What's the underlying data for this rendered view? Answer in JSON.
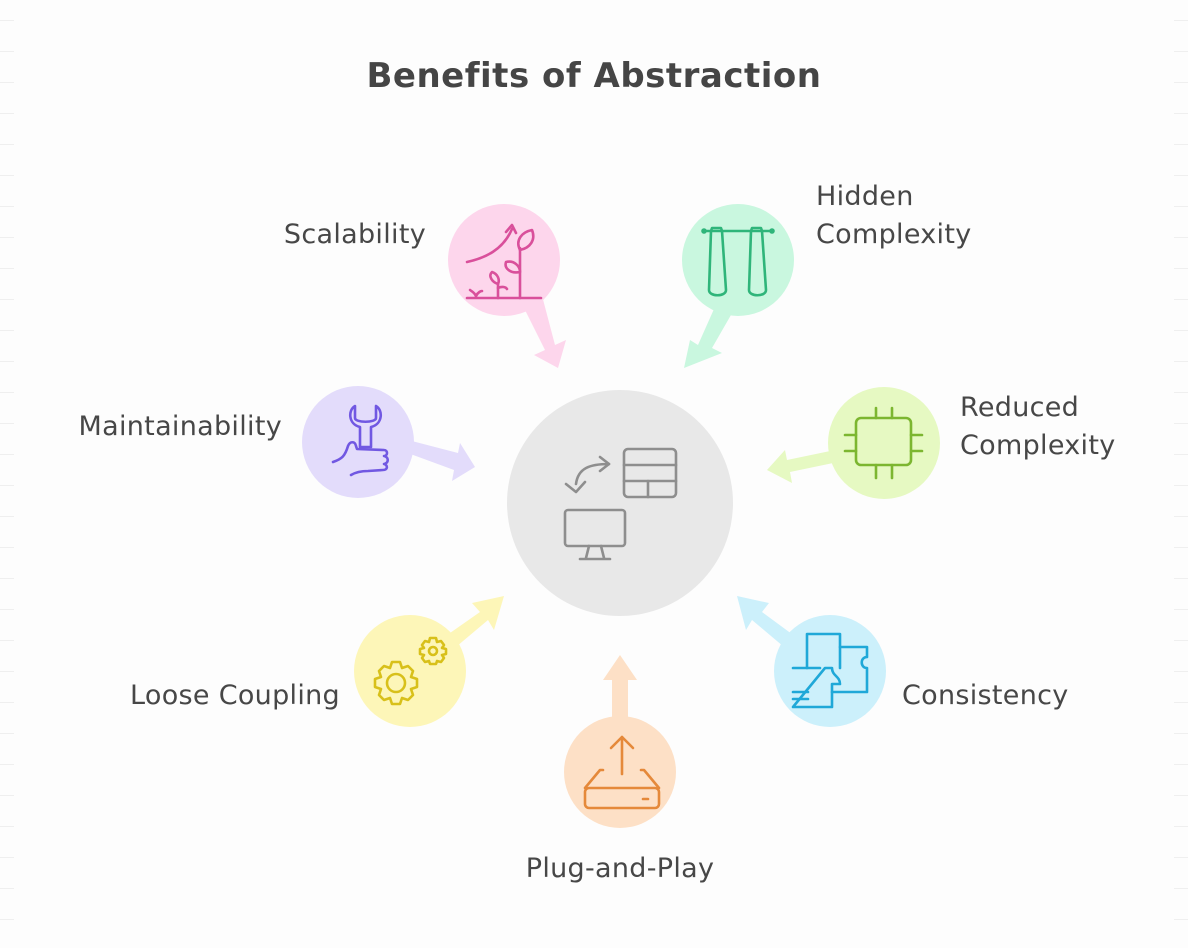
{
  "title": "Benefits of Abstraction",
  "center": {
    "icon": "data-exchange-icon",
    "fill": "#e8e8e8",
    "stroke": "#8e8e8e"
  },
  "nodes": [
    {
      "id": "scalability",
      "label": "Scalability",
      "icon": "plant-growth-icon",
      "fill": "#fdd6ec",
      "stroke": "#d9509b"
    },
    {
      "id": "hidden-complexity",
      "label_line1": "Hidden",
      "label_line2": "Complexity",
      "icon": "hanging-bars-icon",
      "fill": "#c9f7df",
      "stroke": "#2fb57a"
    },
    {
      "id": "maintainability",
      "label": "Maintainability",
      "icon": "wrench-hand-icon",
      "fill": "#e3dcfb",
      "stroke": "#7158e2"
    },
    {
      "id": "reduced-complexity",
      "label_line1": "Reduced",
      "label_line2": "Complexity",
      "icon": "chip-outline-icon",
      "fill": "#e6f9c2",
      "stroke": "#7cb630"
    },
    {
      "id": "loose-coupling",
      "label": "Loose Coupling",
      "icon": "gears-icon",
      "fill": "#fdf6b8",
      "stroke": "#d8c01a"
    },
    {
      "id": "consistency",
      "label": "Consistency",
      "icon": "puzzle-blueprint-icon",
      "fill": "#ccf0fb",
      "stroke": "#1fa8d8"
    },
    {
      "id": "plug-and-play",
      "label": "Plug-and-Play",
      "icon": "upload-drive-icon",
      "fill": "#fde0c6",
      "stroke": "#e5893a"
    }
  ]
}
